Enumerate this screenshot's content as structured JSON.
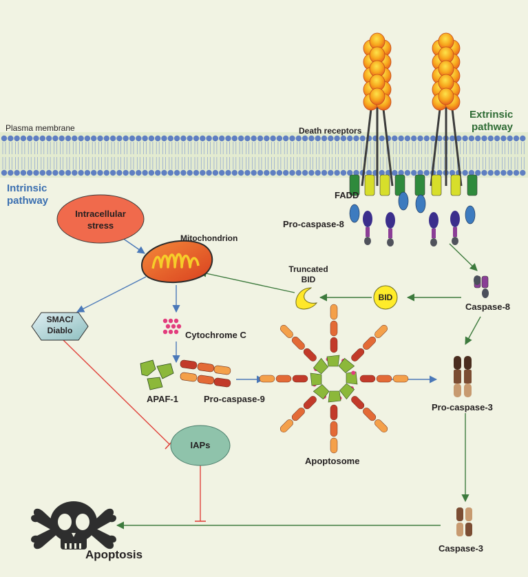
{
  "labels": {
    "plasma_membrane": "Plasma membrane",
    "death_receptors": "Death receptors",
    "extrinsic_line1": "Extrinsic",
    "extrinsic_line2": "pathway",
    "intrinsic_line1": "Intrinsic",
    "intrinsic_line2": "pathway",
    "fadd": "FADD",
    "pro_caspase_8": "Pro-caspase-8",
    "intracellular_stress_line1": "Intracellular",
    "intracellular_stress_line2": "stress",
    "mitochondrion": "Mitochondrion",
    "truncated_bid_line1": "Truncated",
    "truncated_bid_line2": "BID",
    "bid": "BID",
    "caspase_8": "Caspase-8",
    "smac_line1": "SMAC/",
    "smac_line2": "Diablo",
    "cytochrome_c": "Cytochrome C",
    "apaf_1": "APAF-1",
    "pro_caspase_9": "Pro-caspase-9",
    "apoptosome": "Apoptosome",
    "pro_caspase_3": "Pro-caspase-3",
    "iaps": "IAPs",
    "caspase_3": "Caspase-3",
    "apoptosis": "Apoptosis"
  },
  "colors": {
    "background": "#f1f3e3",
    "membrane_band": "#e3ebd0",
    "lipid_head": "#6a86c4",
    "extrinsic_text": "#2e6b34",
    "intrinsic_text": "#3b6fb0",
    "green_arrow": "#3d7a3d",
    "blue_arrow": "#4a78b8",
    "red_inhibition": "#e0413a",
    "stress_fill": "#f06a4c",
    "iaps_fill": "#8fc3ab",
    "bid_fill": "#ffec2a",
    "receptor_orange": "#f6a01a"
  },
  "icons": {
    "death": "skull-crossbones-icon",
    "mitochondrion": "mitochondrion-icon"
  }
}
